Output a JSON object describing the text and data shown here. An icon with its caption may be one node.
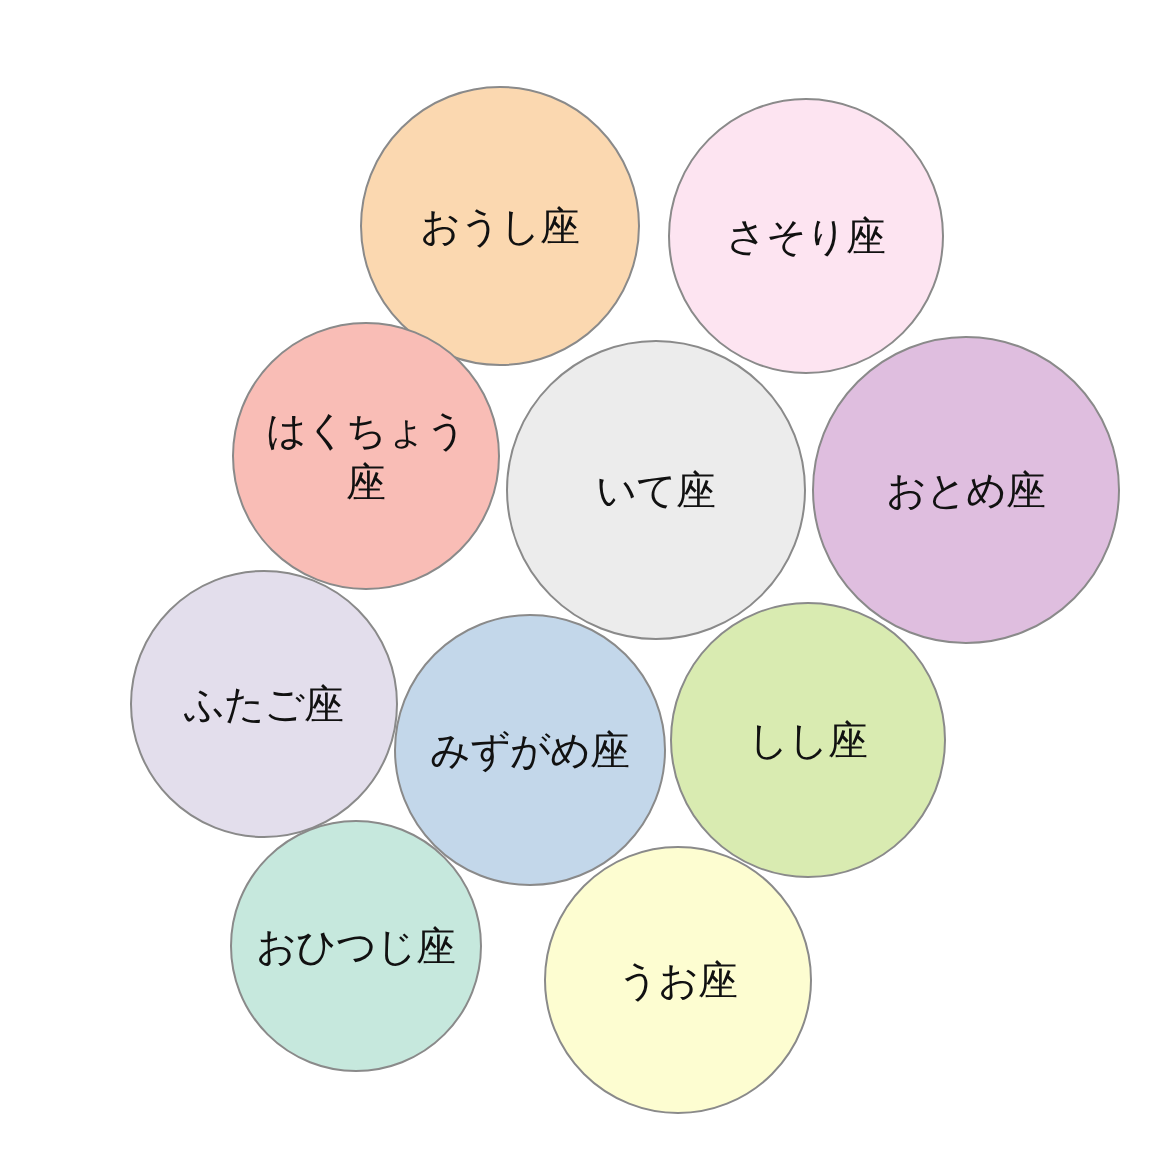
{
  "diagram": {
    "nodes": [
      {
        "text": [
          "おうし座"
        ]
      },
      {
        "text": [
          "さそり座"
        ]
      },
      {
        "text": [
          "はくちょう座"
        ]
      },
      {
        "text": [
          "いて座"
        ]
      },
      {
        "text": [
          "おとめ座"
        ]
      },
      {
        "text": [
          "ふたご座"
        ]
      },
      {
        "text": [
          "みずがめ座"
        ]
      },
      {
        "text": [
          "しし座"
        ]
      },
      {
        "text": [
          "おひつじ座"
        ]
      },
      {
        "text": [
          "うお座"
        ]
      }
    ]
  }
}
